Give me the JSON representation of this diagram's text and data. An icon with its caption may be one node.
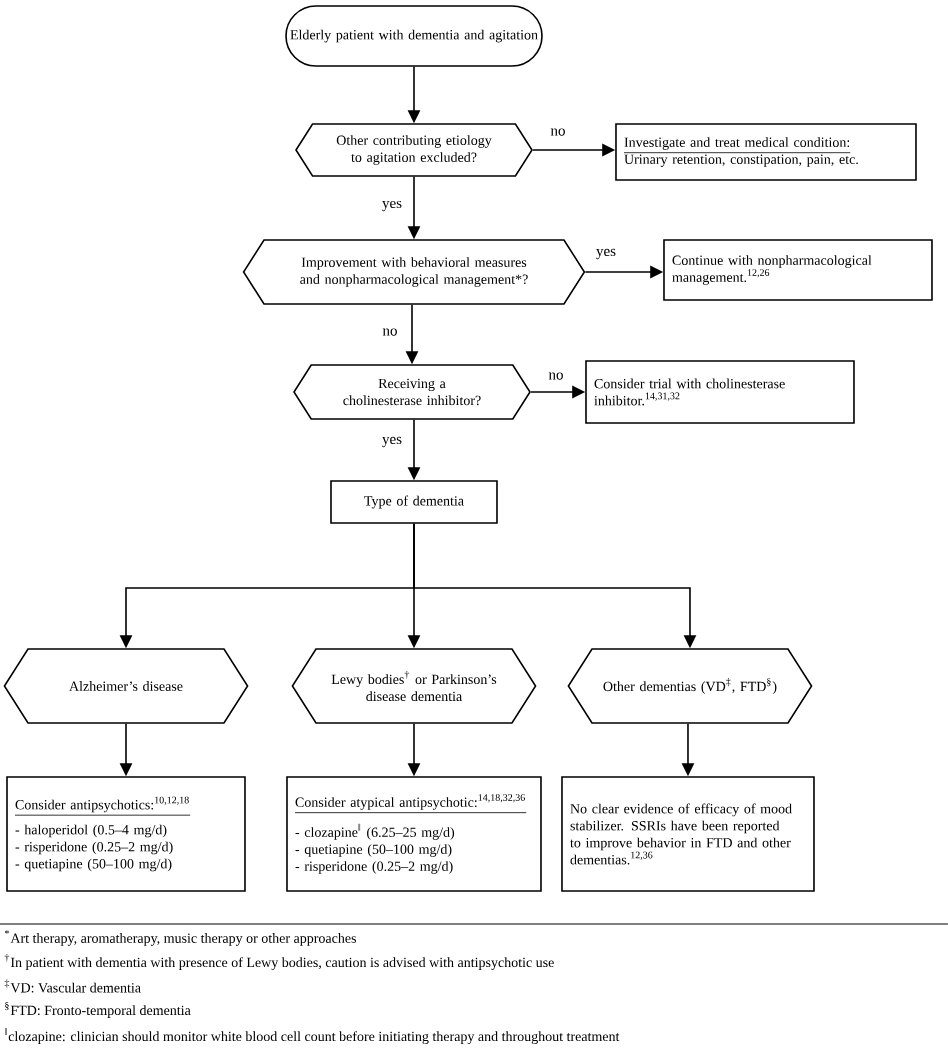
{
  "diagram": {
    "nodes": [
      {
        "text": [
          "Elderly patient with dementia and agitation"
        ]
      },
      {
        "text": [
          "Other contributing etiology to agitation excluded?"
        ]
      },
      {
        "text": [
          "Investigate and treat medical condition:",
          "Urinary retention, constipation, pain, etc."
        ]
      },
      {
        "text": [
          "Improvement with behavioral measures and nonpharmacological management*?"
        ]
      },
      {
        "text": [
          "Continue with nonpharmacological management.$^{12,26}$"
        ]
      },
      {
        "text": [
          "Receiving a cholinesterase inhibitor?"
        ]
      },
      {
        "text": [
          "Consider trial with cholinesterase inhibitor.$^{14,31,32}$"
        ]
      },
      {
        "text": [
          "Type of dementia"
        ]
      },
      {
        "text": [
          "Alzheimer’s disease"
        ]
      },
      {
        "text": [
          "Lewy bodies$^{†}$ or Parkinson’s disease dementia"
        ]
      },
      {
        "text": [
          "Other dementias (VD$^{‡}$, FTD$^{§}$)"
        ]
      },
      {
        "text": [
          "Consider antipsychotics:$^{10,12,18}$",
          "- haloperidol (0.5–4 mg/d)",
          "- risperidone (0.25–2 mg/d)",
          "- quetiapine (50–100 mg/d)"
        ]
      },
      {
        "text": [
          "Consider atypical antipsychotic:$^{14,18,32,36}$",
          "- clozapine$^{‖}$ (6.25–25 mg/d)",
          "- quetiapine (50–100 mg/d)",
          "- risperidone (0.25–2 mg/d)"
        ]
      },
      {
        "text": [
          "No clear evidence of efficacy of mood stabilizer. SSRIs have been reported to improve behavior in FTD and other dementias.$^{12,36}$"
        ]
      }
    ],
    "edges": [
      {
        "from": 0,
        "to": 1,
        "arrow": "to"
      },
      {
        "from": 1,
        "to": 2,
        "arrow": "to",
        "label": "no"
      },
      {
        "from": 1,
        "to": 3,
        "arrow": "to",
        "label": "yes"
      },
      {
        "from": 3,
        "to": 4,
        "arrow": "to",
        "label": "yes"
      },
      {
        "from": 3,
        "to": 5,
        "arrow": "to",
        "label": "no"
      },
      {
        "from": 5,
        "to": 6,
        "arrow": "to",
        "label": "no"
      },
      {
        "from": 5,
        "to": 7,
        "arrow": "to",
        "label": "yes"
      },
      {
        "from": 7,
        "to": 8,
        "arrow": "to"
      },
      {
        "from": 7,
        "to": 9,
        "arrow": "to"
      },
      {
        "from": 7,
        "to": 10,
        "arrow": "to"
      },
      {
        "from": 8,
        "to": 11,
        "arrow": "to"
      },
      {
        "from": 9,
        "to": 12,
        "arrow": "to"
      },
      {
        "from": 10,
        "to": 13,
        "arrow": "to"
      }
    ],
    "labels": [
      "$^{*}$Art therapy, aromatherapy, music therapy or other approaches",
      "$^{†}$In patient with dementia with presence of Lewy bodies, caution is advised with antipsychotic use",
      "$^{‡}$VD: Vascular dementia",
      "$^{§}$FTD: Fronto-temporal dementia",
      "$^{‖}$clozapine: clinician should monitor white blood cell count before initiating therapy and throughout treatment"
    ]
  }
}
